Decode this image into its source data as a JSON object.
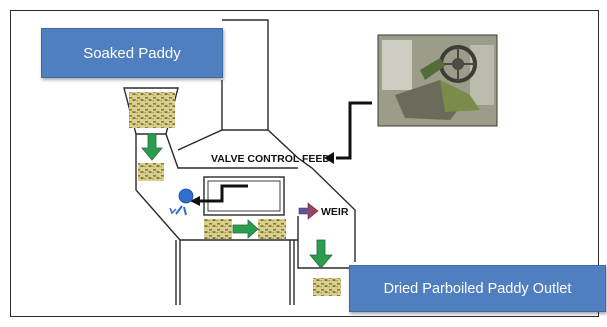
{
  "labels": {
    "input": "Soaked Paddy",
    "output": "Dried Parboiled Paddy Outlet",
    "valve": "VALVE CONTROL FEED",
    "weir": "WEIR"
  },
  "colors": {
    "label_fill": "#4f7fc0",
    "label_text": "#ffffff",
    "flow_arrow": "#2e9c4e",
    "weir_arrow": "#c23a3a",
    "outline": "#2b2b2b",
    "paddy": "#c4b35a",
    "blower": "#2f6fd1"
  },
  "icons": [
    "valve-photo",
    "paddy-grains",
    "blower-icon",
    "flow-arrow",
    "feed-arrow"
  ]
}
